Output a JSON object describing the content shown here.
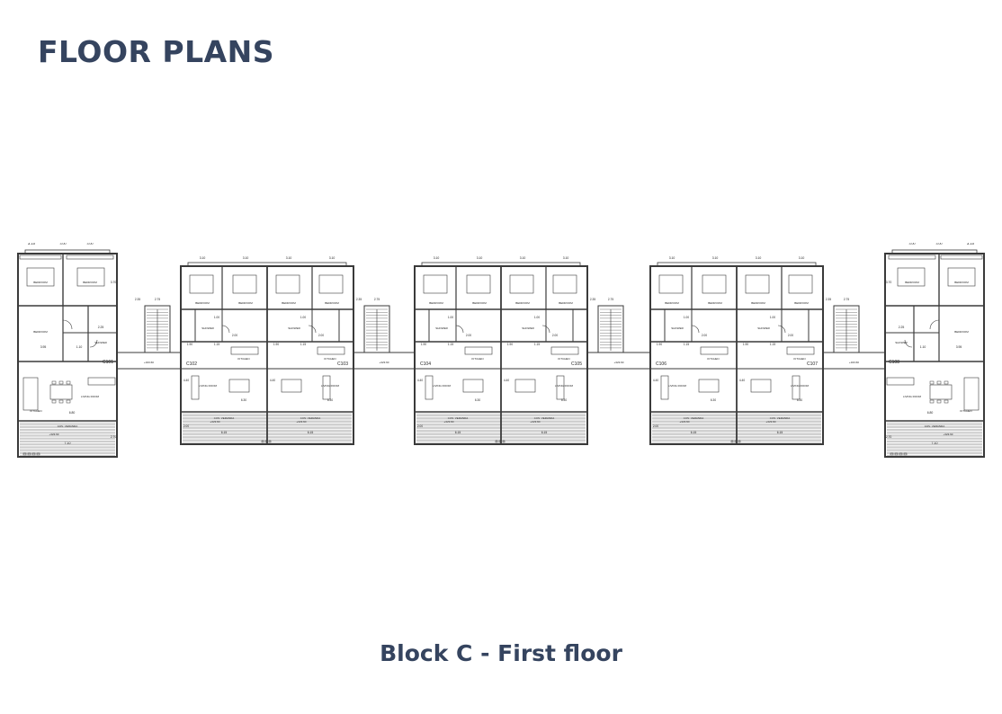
{
  "page": {
    "title": "FLOOR PLANS",
    "caption": "Block C - First floor"
  },
  "floor_plan": {
    "unit_ids": [
      "C101",
      "C102",
      "C103",
      "C104",
      "C105",
      "C106",
      "C107",
      "C108"
    ],
    "room_labels": {
      "bedroom": "BEDROOM",
      "shower": "SHOWER",
      "kitchen": "KITCHEN",
      "living_room": "LIVING ROOM",
      "covered_veranda": "COV. VERANDA"
    },
    "dimensions": {
      "end_top_left": "3.10",
      "end_top_mid": "3.00",
      "end_top_right": "3.00",
      "end_side": "3.70",
      "end_bottom": "6.80",
      "end_veranda_width": "7.10",
      "end_small_a": "2.25",
      "end_small_b": "1.10",
      "end_small_c": "3.95",
      "end_veranda_depth": "2.70",
      "mid_top": "3.10",
      "mid_mid": "2.00",
      "mid_small": "1.00",
      "mid_small_b": "1.15",
      "mid_small_c": "1.90",
      "mid_depth": "4.40",
      "mid_bottom": "6.30",
      "mid_veranda_width": "6.15",
      "mid_veranda_depth": "2.00",
      "stair_left": "2.35",
      "stair_right": "2.75",
      "level": "+323.60"
    }
  }
}
